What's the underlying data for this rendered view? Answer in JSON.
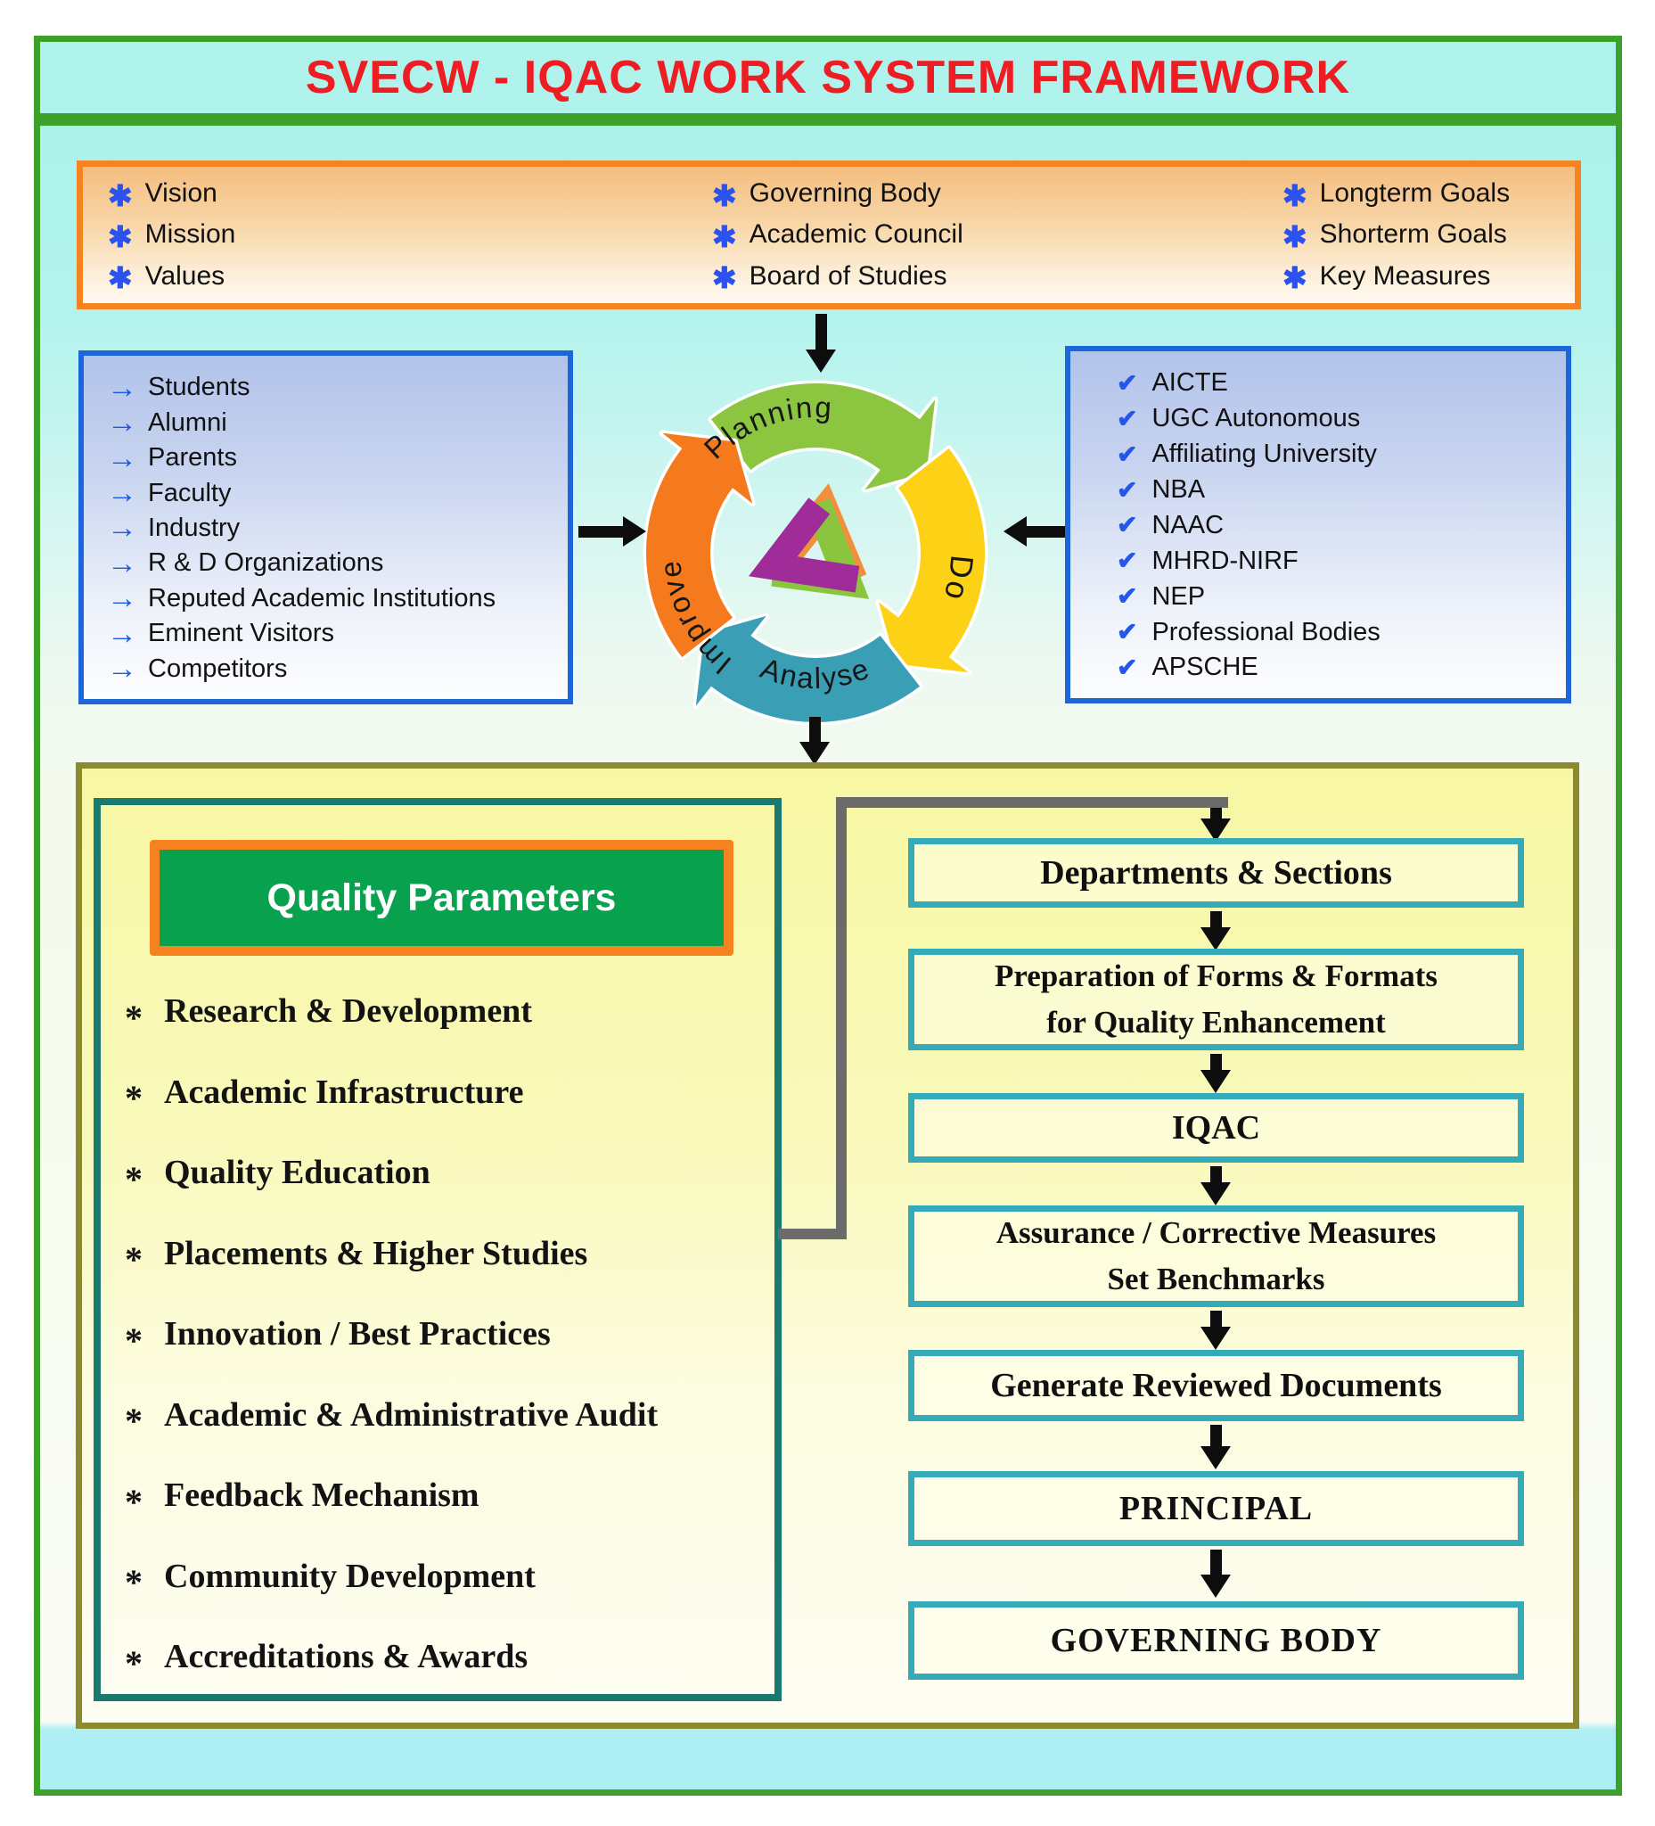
{
  "title": "SVECW - IQAC WORK SYSTEM FRAMEWORK",
  "top_panel": {
    "columns": [
      {
        "items": [
          "Vision",
          "Mission",
          "Values"
        ]
      },
      {
        "items": [
          "Governing Body",
          "Academic Council",
          "Board of Studies"
        ]
      },
      {
        "items": [
          "Longterm Goals",
          "Shorterm Goals",
          "Key Measures"
        ]
      }
    ]
  },
  "stakeholders_panel": {
    "items": [
      "Students",
      "Alumni",
      "Parents",
      "Faculty",
      "Industry",
      "R & D Organizations",
      "Reputed Academic Institutions",
      "Eminent Visitors",
      "Competitors"
    ]
  },
  "regulators_panel": {
    "items": [
      "AICTE",
      "UGC Autonomous",
      "Affiliating University",
      "NBA",
      "NAAC",
      "MHRD-NIRF",
      "NEP",
      "Professional Bodies",
      "APSCHE"
    ]
  },
  "cycle": {
    "labels": [
      "Planning",
      "Do",
      "Analyse",
      "Improve"
    ],
    "colors": {
      "planning": "#8cc540",
      "do": "#fcd116",
      "analyse": "#3a9fb4",
      "improve": "#f5791d"
    },
    "logo_colors": {
      "top": "#f0903c",
      "right": "#8bc53f",
      "left": "#a02c99"
    }
  },
  "quality_parameters": {
    "heading": "Quality Parameters",
    "items": [
      "Research & Development",
      "Academic Infrastructure",
      "Quality Education",
      "Placements & Higher Studies",
      "Innovation / Best Practices",
      "Academic & Administrative Audit",
      "Feedback Mechanism",
      "Community Development",
      "Accreditations & Awards"
    ]
  },
  "flowchart": {
    "steps": [
      {
        "lines": [
          "Departments & Sections"
        ]
      },
      {
        "lines": [
          "Preparation of  Forms & Formats",
          "for Quality Enhancement"
        ]
      },
      {
        "lines": [
          "IQAC"
        ]
      },
      {
        "lines": [
          "Assurance / Corrective Measures",
          "Set Benchmarks"
        ]
      },
      {
        "lines": [
          "Generate Reviewed Documents"
        ]
      },
      {
        "lines": [
          "PRINCIPAL"
        ]
      },
      {
        "lines": [
          "GOVERNING BODY"
        ]
      }
    ]
  },
  "bullets": {
    "asterisk": "✱",
    "arrow": "→",
    "check": "✔",
    "star": "*"
  },
  "colors": {
    "title_text": "#ee1c23",
    "frame_green": "#3ba12b",
    "panel_cyan": "#b0f3ec",
    "orange_border": "#f5831f",
    "blue_border": "#1b66d9",
    "bullet_blue": "#2b52ee",
    "olive_border": "#8b8b2d",
    "teal_border": "#1a7a6f",
    "qp_green": "#08a24f",
    "flow_teal": "#35aab8",
    "connector_grey": "#6b6b6b"
  }
}
